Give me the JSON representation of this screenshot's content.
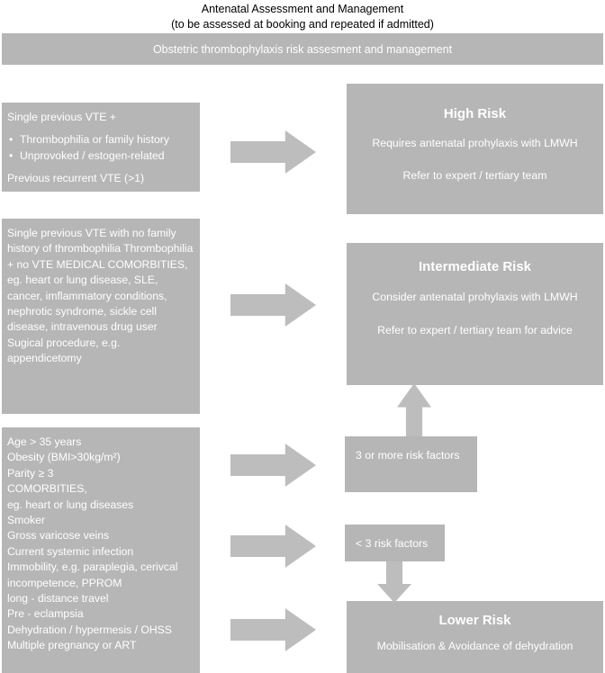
{
  "title": {
    "line1": "Antenatal Assessment and Management",
    "line2": "(to be assessed at booking and repeated if admitted)"
  },
  "header": {
    "label": "Obstetric thrombophylaxis risk assesment and management"
  },
  "colors": {
    "box_fill": "#b6b6b6",
    "arrow_fill": "#bdbdbd",
    "box_text": "#ffffff",
    "title_text": "#000000"
  },
  "left_boxes": [
    {
      "name": "high-risk-factors",
      "lead": "Single previous VTE +",
      "bullets": [
        "Thrombophilia or family history",
        "Unprovoked / estogen-related"
      ],
      "trailer": "Previous recurrent VTE (>1)"
    },
    {
      "name": "intermediate-risk-factors",
      "paragraph": "Single previous VTE with no family history of thrombophilia Thrombophilia + no VTE MEDICAL COMORBITIES, eg. heart or lung disease, SLE, cancer, imflammatory conditions, nephrotic syndrome, sickle cell disease, intravenous drug user Sugical procedure, e.g. appendicetomy"
    },
    {
      "name": "lower-risk-factors",
      "lines": [
        "Age > 35 years",
        "Obesity (BMI>30kg/m²)",
        "Parity ≥ 3",
        "COMORBITIES,",
        "eg. heart or lung diseases",
        "Smoker",
        "Gross varicose veins",
        "Current systemic infection",
        "Immobility, e.g. paraplegia, cerivcal",
        "incompetence, PPROM",
        "long - distance travel",
        "Pre - eclampsia",
        "Dehydration / hypermesis / OHSS",
        "Multiple pregnancy or ART"
      ]
    }
  ],
  "right_boxes": {
    "high_risk": {
      "title": "High Risk",
      "line1": "Requires antenatal prohylaxis with LMWH",
      "line2": "Refer to expert / tertiary team"
    },
    "intermediate_risk": {
      "title": "Intermediate Risk",
      "line1": "Consider antenatal prohylaxis with LMWH",
      "line2": "Refer to expert / tertiary team for advice"
    },
    "lower_risk": {
      "title": "Lower Risk",
      "line1": "Mobilisation  & Avoidance of dehydration"
    }
  },
  "decisions": {
    "many": "3 or more risk factors",
    "few": "< 3 risk factors"
  }
}
